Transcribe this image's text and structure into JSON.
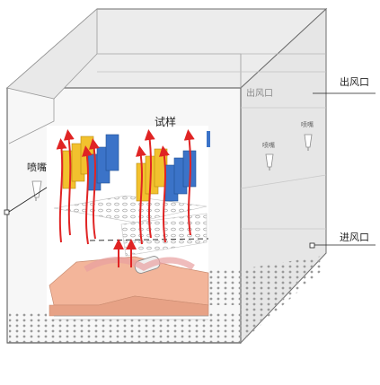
{
  "labels": {
    "outlet_box": "出风口",
    "outlet": "出风口",
    "inlet": "进风口",
    "nozzle_main": "喷嘴",
    "nozzle_right_a": "喷嘴",
    "nozzle_right_b": "喷嘴",
    "sample": "试样"
  },
  "colors": {
    "frame": "#6e6e6e",
    "wall_light": "#f1f1f1",
    "wall_mid": "#e4e4e4",
    "sample_yellow": "#f2c12e",
    "sample_blue": "#3b73c8",
    "airflow_red": "#e02424",
    "heater_skin": "#f3b59a"
  }
}
